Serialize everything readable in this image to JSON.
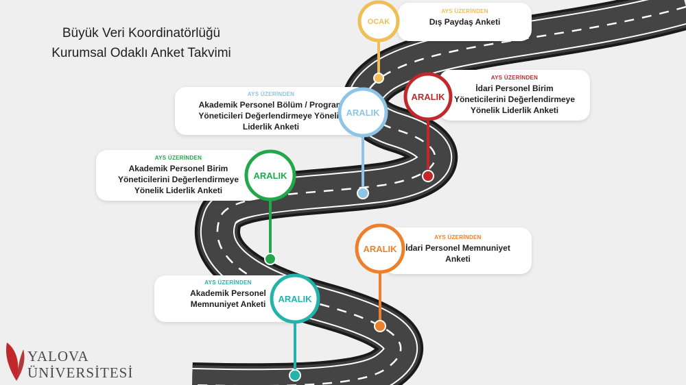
{
  "title": {
    "line1": "Büyük Veri Koordinatörlüğü",
    "line2": "Kurumsal Odaklı Anket Takvimi"
  },
  "colors": {
    "yellow": "#efbe54",
    "red": "#c0282b",
    "blue": "#8ec4e6",
    "green": "#22a84a",
    "orange": "#ee7f2b",
    "teal": "#23b3aa",
    "road": "#3c3c3c",
    "road_edge": "#1a1a1a",
    "logo_red": "#c0282b"
  },
  "milestones": [
    {
      "id": "m1",
      "month": "OCAK",
      "source": "AYS ÜZERİNDEN",
      "survey": [
        "Dış Paydaş Anketi"
      ],
      "color": "#efbe54"
    },
    {
      "id": "m2",
      "month": "ARALIK",
      "source": "AYS ÜZERİNDEN",
      "survey": [
        "İdari Personel Birim",
        "Yöneticilerini Değerlendirmeye",
        "Yönelik Liderlik Anketi"
      ],
      "color": "#c0282b"
    },
    {
      "id": "m3",
      "month": "ARALIK",
      "source": "AYS ÜZERİNDEN",
      "survey": [
        "Akademik Personel Bölüm / Program",
        "Yöneticileri Değerlendirmeye Yönelik",
        "Liderlik Anketi"
      ],
      "color": "#8ec4e6"
    },
    {
      "id": "m4",
      "month": "ARALIK",
      "source": "AYS ÜZERİNDEN",
      "survey": [
        "Akademik Personel Birim",
        "Yöneticilerini Değerlendirmeye",
        "Yönelik Liderlik Anketi"
      ],
      "color": "#22a84a"
    },
    {
      "id": "m5",
      "month": "ARALIK",
      "source": "AYS ÜZERİNDEN",
      "survey": [
        "İdari Personel Memnuniyet",
        "Anketi"
      ],
      "color": "#ee7f2b"
    },
    {
      "id": "m6",
      "month": "ARALIK",
      "source": "AYS ÜZERİNDEN",
      "survey": [
        "Akademik Personel",
        "Memnuniyet Anketi"
      ],
      "color": "#23b3aa"
    }
  ],
  "logo": {
    "line1": "YALOVA",
    "line2": "ÜNİVERSİTESİ"
  }
}
